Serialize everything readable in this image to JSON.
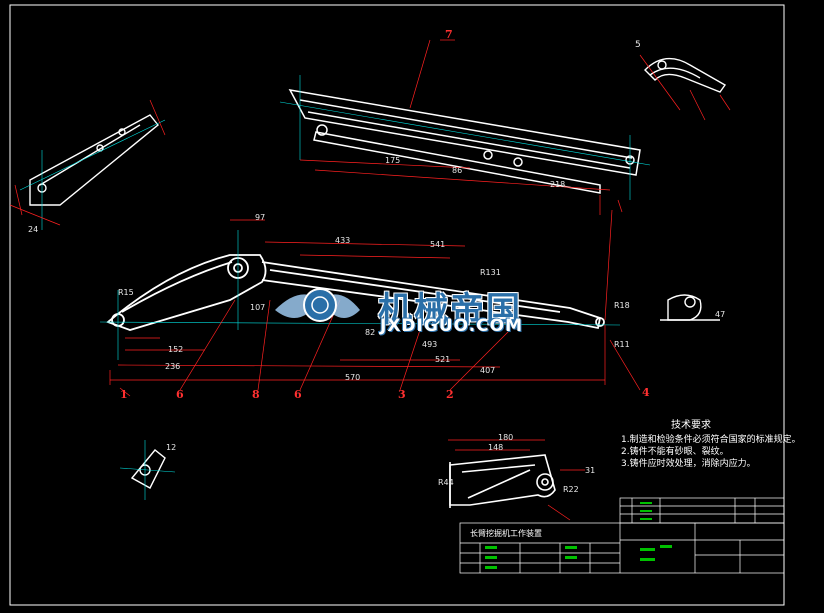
{
  "colors": {
    "background": "#000000",
    "frame": "#ffffff",
    "part_lines": "#ffffff",
    "dimension": "#ff2020",
    "centerline": "#00e0e0",
    "table": "#ffffff"
  },
  "callouts": [
    "7",
    "5",
    "1",
    "6",
    "8",
    "6",
    "3",
    "2",
    "4"
  ],
  "dimensions": [
    "97",
    "433",
    "541",
    "107",
    "570",
    "407",
    "152",
    "236",
    "521",
    "493",
    "82",
    "R131",
    "R18",
    "R15",
    "R11",
    "12",
    "24",
    "47",
    "R44",
    "R22",
    "180",
    "148",
    "31",
    "175",
    "86",
    "218"
  ],
  "notes": {
    "title": "技术要求",
    "items": [
      "1.制造和检验条件必须符合国家的标准规定。",
      "2.铸件不能有砂眼、裂纹。",
      "3.铸件应时效处理，消除内应力。"
    ]
  },
  "title_block": {
    "drawing_title": "长臂挖掘机工作装置"
  },
  "watermark": {
    "brand": "机械帝国",
    "url": "JXDIGUO.COM"
  }
}
